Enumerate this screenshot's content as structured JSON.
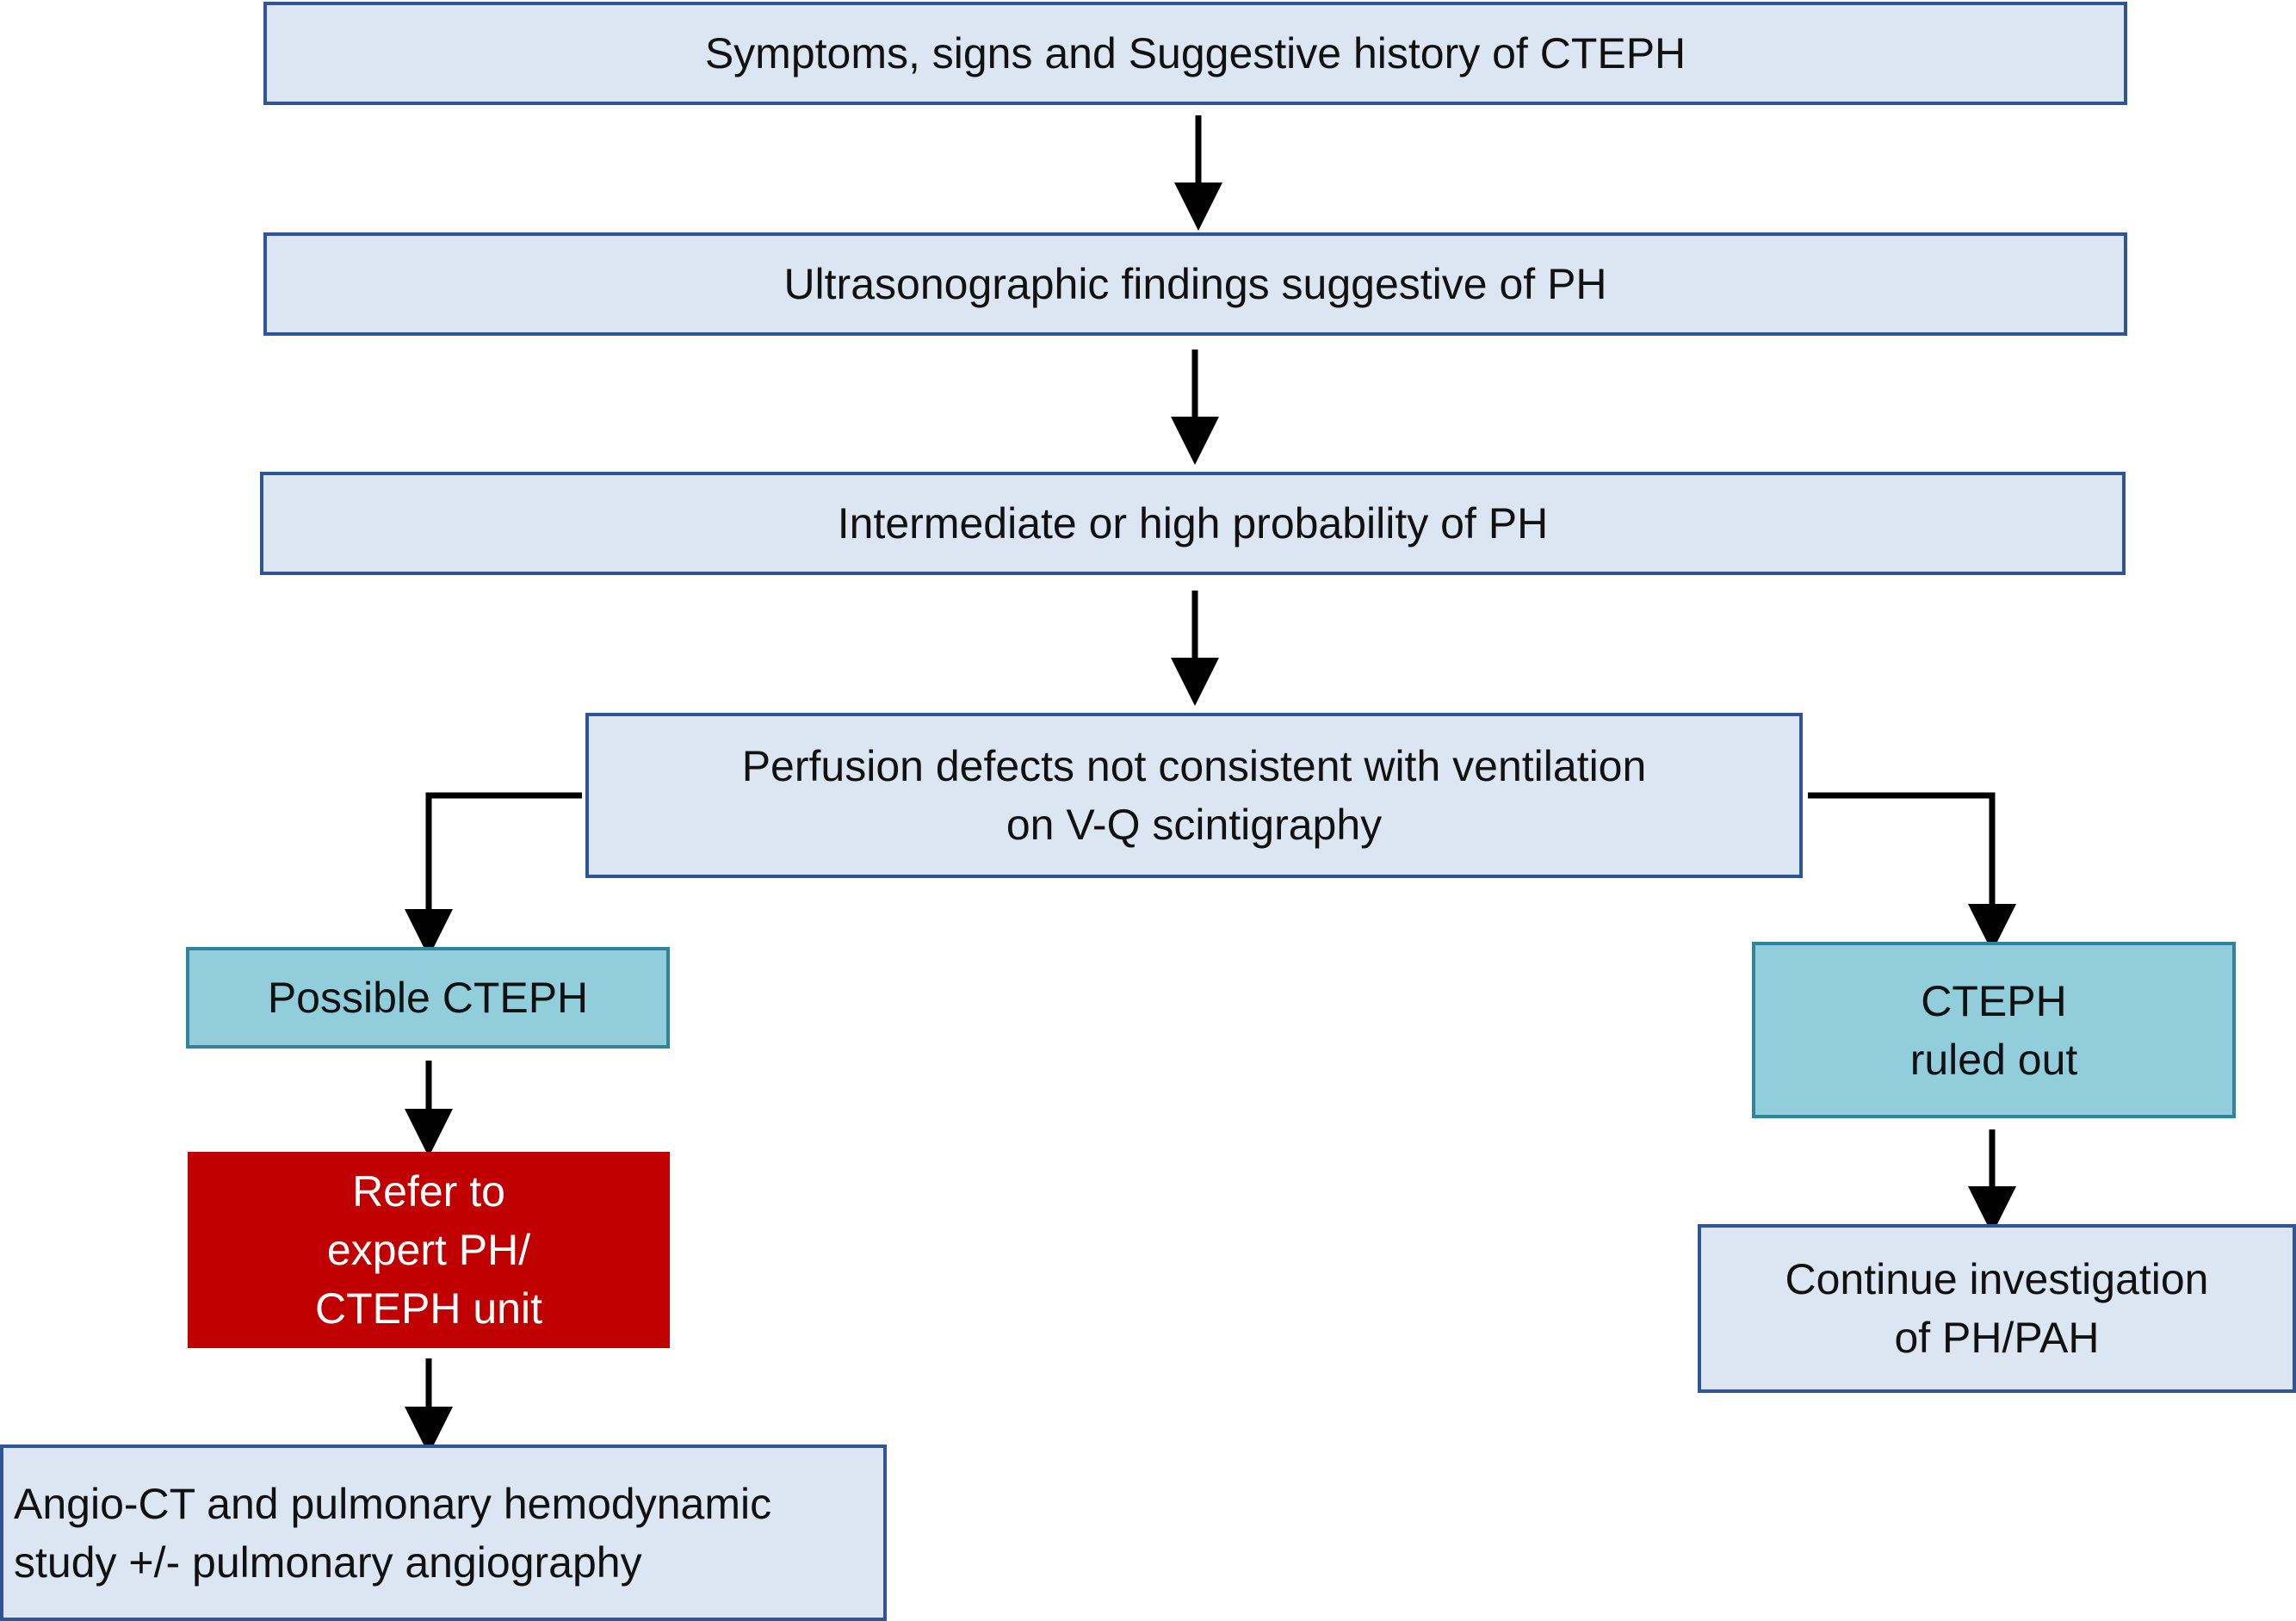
{
  "nodes": {
    "symptoms": {
      "lines": [
        "Symptoms, signs and Suggestive history of CTEPH"
      ]
    },
    "ultrasonographic": {
      "lines": [
        "Ultrasonographic findings suggestive of PH"
      ]
    },
    "probability": {
      "lines": [
        "Intermediate or high probability of PH"
      ]
    },
    "perfusion": {
      "lines": [
        "Perfusion defects not consistent with ventilation",
        "on V-Q scintigraphy"
      ]
    },
    "possible_cteph": {
      "lines": [
        "Possible CTEPH"
      ]
    },
    "refer_expert": {
      "lines": [
        "Refer to",
        "expert PH/",
        "CTEPH unit"
      ]
    },
    "angio_ct": {
      "lines": [
        "Angio-CT and pulmonary hemodynamic",
        "study +/- pulmonary angiography"
      ]
    },
    "cteph_ruled_out": {
      "lines": [
        "CTEPH",
        "ruled out"
      ]
    },
    "continue_investigation": {
      "lines": [
        "Continue investigation",
        "of PH/PAH"
      ]
    }
  },
  "edges": [
    [
      "symptoms",
      "ultrasonographic"
    ],
    [
      "ultrasonographic",
      "probability"
    ],
    [
      "probability",
      "perfusion"
    ],
    [
      "perfusion",
      "possible_cteph"
    ],
    [
      "perfusion",
      "cteph_ruled_out"
    ],
    [
      "possible_cteph",
      "refer_expert"
    ],
    [
      "refer_expert",
      "angio_ct"
    ],
    [
      "cteph_ruled_out",
      "continue_investigation"
    ]
  ],
  "colors": {
    "pale_fill": "#dce6f2",
    "pale_border": "#2f5597",
    "teal_fill": "#92cddc",
    "teal_border": "#31849b",
    "alert_fill": "#c00000",
    "connector": "#000000"
  }
}
